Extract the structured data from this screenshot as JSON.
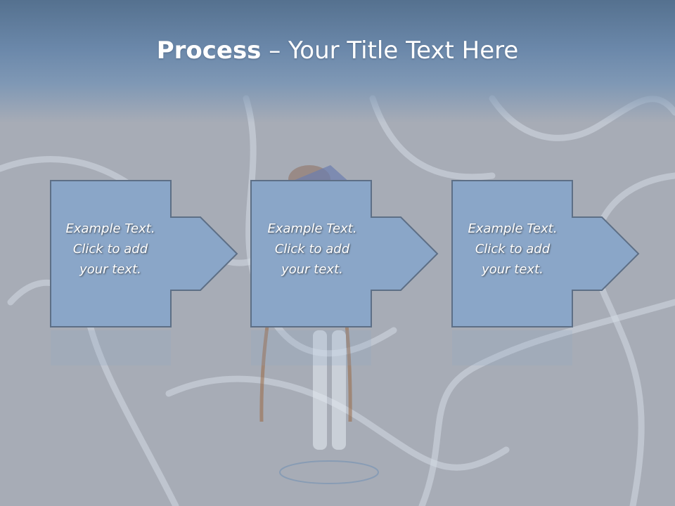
{
  "title": {
    "bold": "Process",
    "rest": " – Your Title Text Here"
  },
  "steps": [
    {
      "lines": [
        "Example Text.",
        "Click  to add",
        "your text."
      ]
    },
    {
      "lines": [
        "Example Text.",
        "Click  to add",
        "your text."
      ]
    },
    {
      "lines": [
        "Example Text.",
        "Click  to add",
        "your text."
      ]
    }
  ],
  "colors": {
    "box_fill": "#8aa6c8",
    "box_stroke": "#5d6f86",
    "title_band": "#6b88aa",
    "background": "#a7acb6"
  }
}
